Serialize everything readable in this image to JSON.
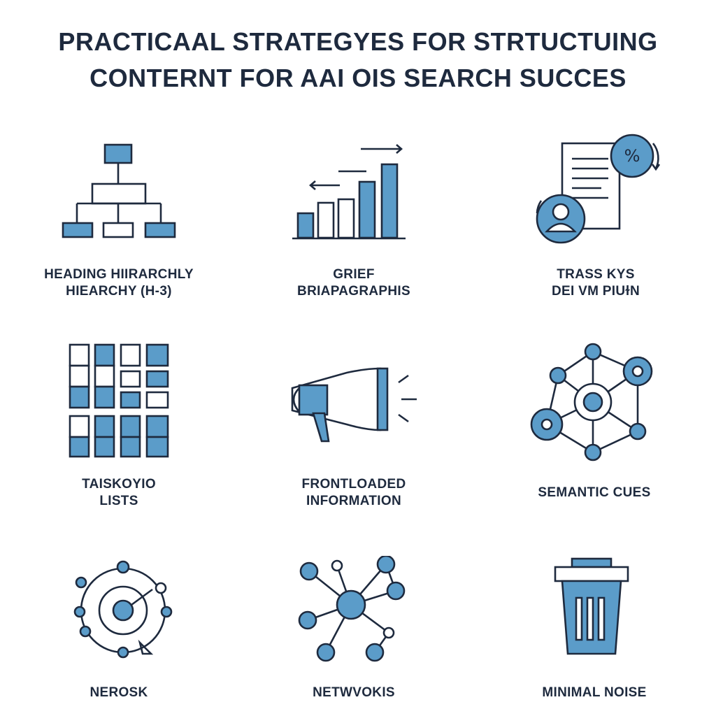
{
  "title": {
    "line1": "PRACTICAAL STRATEGYES FOR STRTUCTUING",
    "line2": "CONTERNT FOR AAI OIS SEARCH  SUCCES"
  },
  "cards": [
    {
      "lines": [
        "HEADING HIIRARCHLY",
        "HIEARCHY (H-3)"
      ],
      "icon": "hierarchy-tree-icon"
    },
    {
      "lines": [
        "GRIEF",
        "BRIAPAGRAPHIS"
      ],
      "icon": "bar-chart-arrows-icon"
    },
    {
      "lines": [
        "TRASS KYS",
        "DEI VM PIUɫN"
      ],
      "icon": "document-user-percent-icon"
    },
    {
      "lines": [
        "TAISKOYIO",
        "LISTS"
      ],
      "icon": "grid-list-icon"
    },
    {
      "lines": [
        "FRONTLOADED",
        "INFORMATION"
      ],
      "icon": "megaphone-icon"
    },
    {
      "lines": [
        "SEMANTIC CUES"
      ],
      "icon": "semantic-network-icon"
    },
    {
      "lines": [
        "NEROSK"
      ],
      "icon": "orbit-target-icon"
    },
    {
      "lines": [
        "NETWVOKIS"
      ],
      "icon": "network-nodes-icon"
    },
    {
      "lines": [
        "MINIMAL NOISE"
      ],
      "icon": "trash-can-icon"
    }
  ],
  "colors": {
    "accent": "#5b9cc9",
    "ink": "#1e2a3e",
    "background": "#ffffff"
  }
}
